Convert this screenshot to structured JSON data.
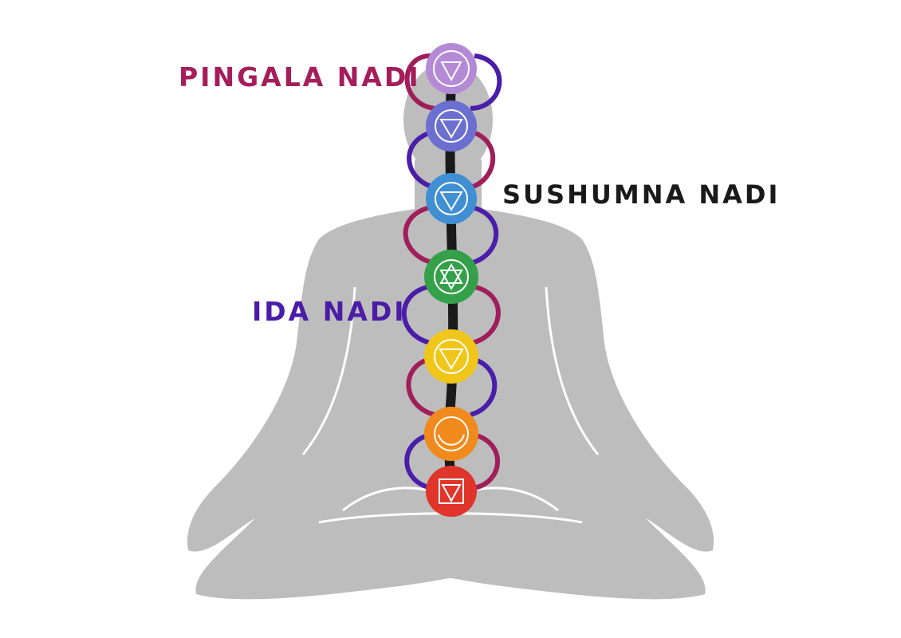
{
  "labels": {
    "pingala": "PINGALA NADI",
    "sushumna": "SUSHUMNA NADI",
    "ida": "IDA NADI"
  },
  "colors": {
    "background": "#ffffff",
    "silhouette": "#bdbdbd",
    "silhouette_outline": "#ffffff",
    "pingala": "#a01e5a",
    "ida": "#4a1ea8",
    "sushumna": "#1a1a1a",
    "label_pingala": "#a51d5a",
    "label_sushumna": "#1a1a1a",
    "label_ida": "#4b1ca6"
  },
  "chakras": [
    {
      "name": "crown-chakra",
      "color": "#b48ad6",
      "symbol": "lotus-triangle-icon"
    },
    {
      "name": "third-eye-chakra",
      "color": "#6b6fd0",
      "symbol": "triangle-circle-icon"
    },
    {
      "name": "throat-chakra",
      "color": "#3f8fd2",
      "symbol": "triangle-circle-icon"
    },
    {
      "name": "heart-chakra",
      "color": "#35a04a",
      "symbol": "hexagram-icon"
    },
    {
      "name": "solar-plexus-chakra",
      "color": "#f0c61a",
      "symbol": "triangle-icon"
    },
    {
      "name": "sacral-chakra",
      "color": "#f08a1c",
      "symbol": "crescent-icon"
    },
    {
      "name": "root-chakra",
      "color": "#e0352a",
      "symbol": "square-triangle-icon"
    }
  ]
}
